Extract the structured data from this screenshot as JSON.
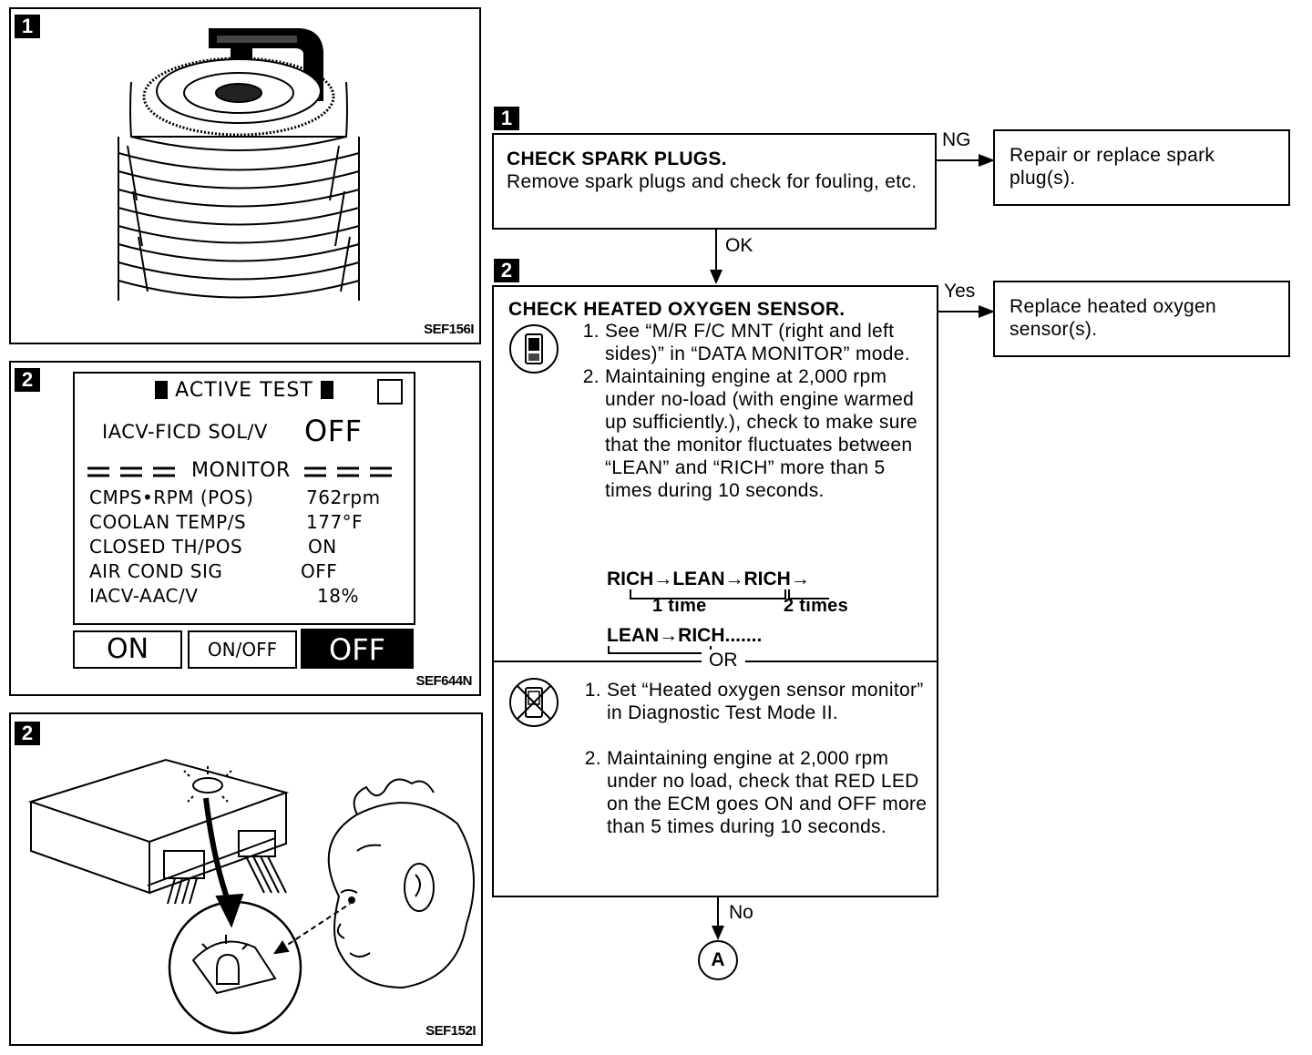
{
  "figures": {
    "fig1": {
      "badge": "1",
      "code": "SEF156I"
    },
    "fig2": {
      "badge": "2",
      "code": "SEF644N"
    },
    "fig3": {
      "badge": "2",
      "code": "SEF152I"
    }
  },
  "monitor": {
    "title": "ACTIVE TEST",
    "test_item": "IACV-FICD SOL/V",
    "test_value": "OFF",
    "divider_label": "MONITOR",
    "rows": [
      {
        "name": "CMPS•RPM (POS)",
        "value": "762rpm"
      },
      {
        "name": "COOLAN TEMP/S",
        "value": "177°F"
      },
      {
        "name": "CLOSED TH/POS",
        "value": "ON"
      },
      {
        "name": "AIR COND SIG",
        "value": "OFF"
      },
      {
        "name": "IACV-AAC/V",
        "value": "18%"
      }
    ],
    "buttons": {
      "on": "ON",
      "onoff": "ON/OFF",
      "off": "OFF"
    }
  },
  "flow": {
    "step1": {
      "badge": "1",
      "title": "CHECK SPARK PLUGS.",
      "body": "Remove spark plugs and check for fouling, etc.",
      "ng_label": "NG",
      "ng_result": "Repair or replace spark plug(s).",
      "ok_label": "OK"
    },
    "step2": {
      "badge": "2",
      "title": "CHECK HEATED OXYGEN SENSOR.",
      "with_tool": [
        "See “M/R F/C MNT (right and left sides)” in “DATA MONITOR” mode.",
        "Maintaining engine at 2,000 rpm under no-load (with engine warmed up sufficiently.), check to make sure that the monitor fluctuates between “LEAN” and “RICH” more than 5 times during 10 seconds."
      ],
      "seq1": "RICH→LEAN→RICH→",
      "seq_1time": "1 time",
      "seq_2times": "2 times",
      "seq2": "LEAN→RICH.......",
      "or_label": "OR",
      "without_tool": [
        "Set “Heated oxygen sensor monitor” in Diagnostic Test Mode II.",
        "Maintaining engine at 2,000 rpm under no load, check that RED LED on the ECM goes ON and OFF more than 5 times during 10 seconds."
      ],
      "yes_label": "Yes",
      "yes_result": "Replace heated oxygen sensor(s).",
      "no_label": "No",
      "connector": "A"
    }
  }
}
